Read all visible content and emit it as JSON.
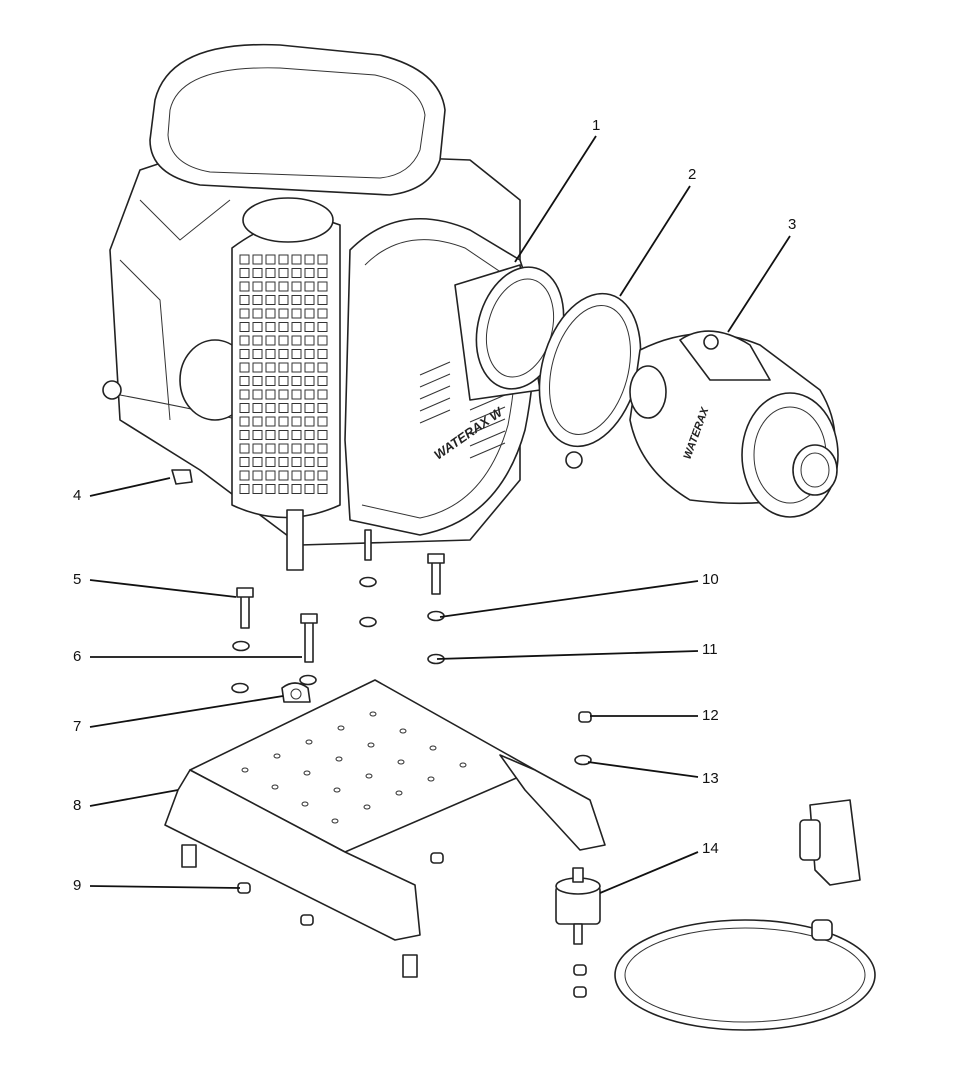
{
  "diagram": {
    "type": "exploded parts diagram",
    "callouts": [
      {
        "number": "1"
      },
      {
        "number": "2"
      },
      {
        "number": "3"
      },
      {
        "number": "4"
      },
      {
        "number": "5"
      },
      {
        "number": "6"
      },
      {
        "number": "7"
      },
      {
        "number": "8"
      },
      {
        "number": "9"
      },
      {
        "number": "10"
      },
      {
        "number": "11"
      },
      {
        "number": "12"
      },
      {
        "number": "13"
      },
      {
        "number": "14"
      }
    ],
    "brand_marks": {
      "housing": "WATERAX",
      "pump": "WATERAX"
    }
  }
}
